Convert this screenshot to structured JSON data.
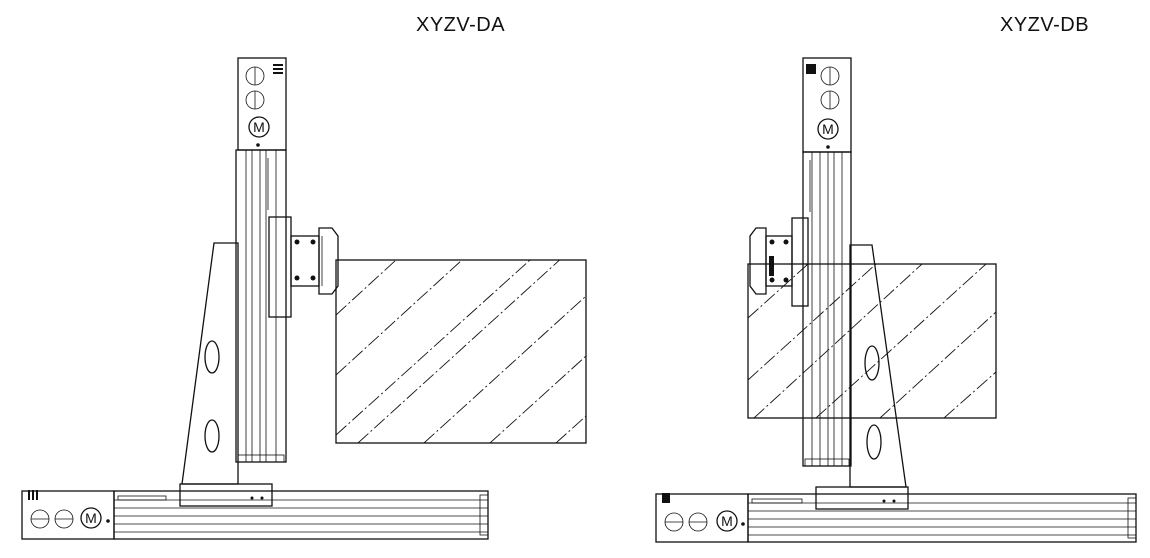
{
  "titles": {
    "left": "XYZV-DA",
    "right": "XYZV-DB"
  },
  "motor_label": "M",
  "colors": {
    "line": "#111111",
    "background": "#ffffff"
  }
}
